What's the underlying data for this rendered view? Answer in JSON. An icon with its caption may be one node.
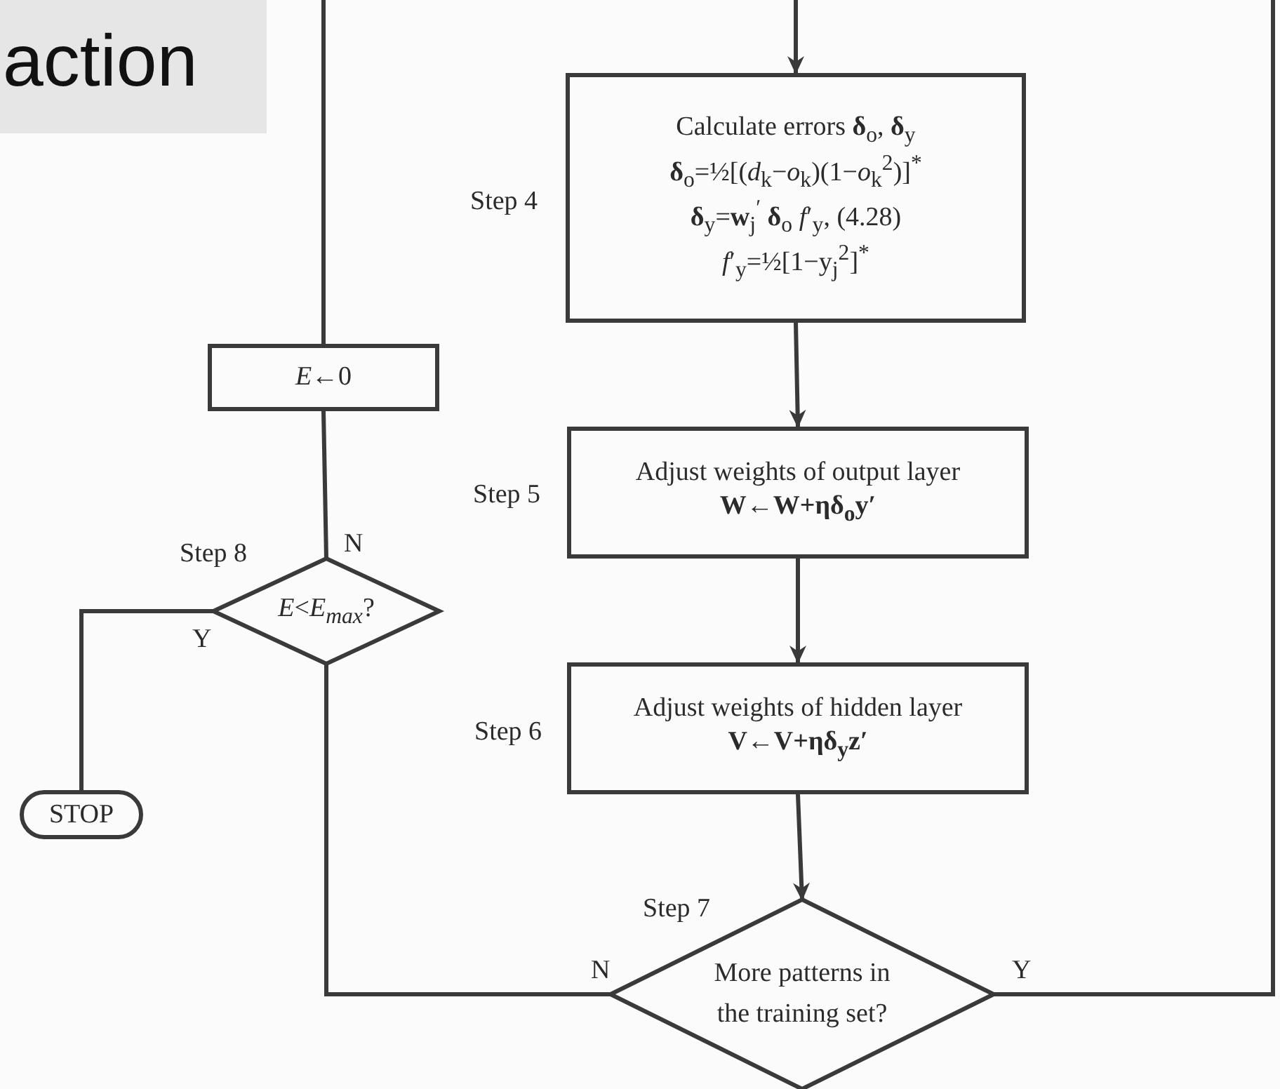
{
  "diagram": {
    "title": "action",
    "nodes": [
      {
        "text": [
          "Calculate errors **δ**$_{o}$, **δ**$_{y}$",
          "**δ**$_{o}$=½[(*d*$_{k}$−*o*$_{k}$)(1−*o*$_{k}$$^{2}$)]$^{*}$",
          "**δ**$_{y}$=**w**$_{j}$$^{′}$ **δ**$_{o}$ *f*′$_{y}$, (4.28)",
          "*f*′$_{y}$=½[1−y$_{j}$$^{2}$]$^{*}$"
        ],
        "beside": [
          "Step 4"
        ]
      },
      {
        "text": [
          "*E*←0"
        ]
      },
      {
        "text": [
          "Adjust weights of output layer",
          "W←W+ηδ$_{o}$y′"
        ],
        "beside": [
          "Step 5"
        ]
      },
      {
        "text": [
          "*E*<*E*$_{max}$?"
        ],
        "beside": [
          "Step 8"
        ]
      },
      {
        "text": [
          "Adjust weights of hidden layer",
          "V←V+ηδ$_{y}$z′"
        ],
        "beside": [
          "Step 6"
        ]
      },
      {
        "text": [
          "STOP"
        ]
      },
      {
        "text": [
          "More patterns in the training set?"
        ],
        "beside": [
          "Step 7"
        ]
      }
    ],
    "edges": [
      {
        "from": null,
        "to": 0,
        "arrow": "to"
      },
      {
        "from": 0,
        "to": 2,
        "arrow": "to"
      },
      {
        "from": 2,
        "to": 4,
        "arrow": "to"
      },
      {
        "from": 4,
        "to": 6,
        "arrow": "to"
      },
      {
        "from": 6,
        "to": null,
        "arrow": "none",
        "label": "Y"
      },
      {
        "from": 6,
        "to": 3,
        "arrow": "none",
        "label": "N"
      },
      {
        "from": 3,
        "to": 1,
        "arrow": "none",
        "label": "N"
      },
      {
        "from": 3,
        "to": 5,
        "arrow": "none",
        "label": "Y"
      },
      {
        "from": 1,
        "to": null,
        "arrow": "none"
      }
    ]
  }
}
